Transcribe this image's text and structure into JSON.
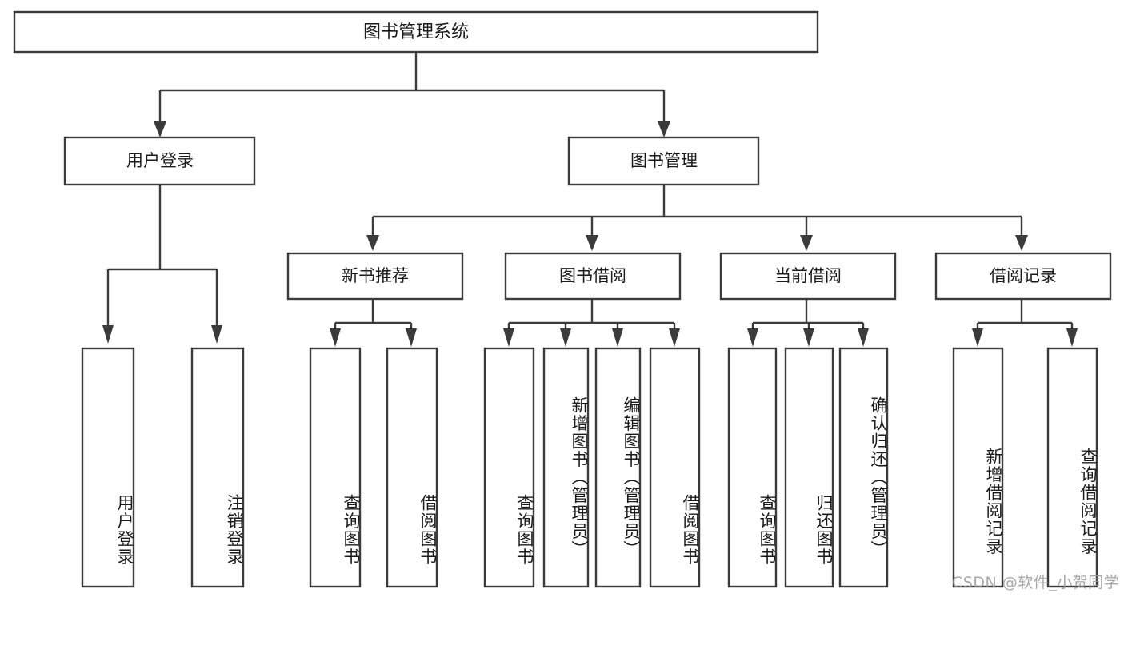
{
  "diagram": {
    "type": "tree-hierarchy",
    "title": "图书管理系统",
    "orientation": "top-down",
    "colors": {
      "stroke": "#3b3b3b",
      "fill": "#ffffff",
      "text": "#1b1b1b",
      "watermark": "#9a9a9a",
      "background": "#ffffff"
    },
    "levels": [
      {
        "level": 0,
        "nodes": [
          {
            "id": "root",
            "label": "图书管理系统",
            "orientation": "horizontal"
          }
        ]
      },
      {
        "level": 1,
        "nodes": [
          {
            "id": "user-login",
            "label": "用户登录",
            "orientation": "horizontal",
            "parent": "root"
          },
          {
            "id": "book-manage",
            "label": "图书管理",
            "orientation": "horizontal",
            "parent": "root"
          }
        ]
      },
      {
        "level": 2,
        "nodes": [
          {
            "id": "new-book-rec",
            "label": "新书推荐",
            "orientation": "horizontal",
            "parent": "book-manage"
          },
          {
            "id": "book-borrow",
            "label": "图书借阅",
            "orientation": "horizontal",
            "parent": "book-manage"
          },
          {
            "id": "current-borrow",
            "label": "当前借阅",
            "orientation": "horizontal",
            "parent": "book-manage"
          },
          {
            "id": "borrow-record",
            "label": "借阅记录",
            "orientation": "horizontal",
            "parent": "book-manage"
          }
        ]
      },
      {
        "level": 3,
        "nodes": [
          {
            "id": "leaf-1",
            "label": "用户登录",
            "orientation": "vertical",
            "parent": "user-login"
          },
          {
            "id": "leaf-2",
            "label": "注销登录",
            "orientation": "vertical",
            "parent": "user-login"
          },
          {
            "id": "leaf-3",
            "label": "查询图书",
            "orientation": "vertical",
            "parent": "new-book-rec"
          },
          {
            "id": "leaf-4",
            "label": "借阅图书",
            "orientation": "vertical",
            "parent": "new-book-rec"
          },
          {
            "id": "leaf-5",
            "label": "查询图书",
            "orientation": "vertical",
            "parent": "book-borrow"
          },
          {
            "id": "leaf-6",
            "label": "新增图书（管理员）",
            "orientation": "vertical",
            "parent": "book-borrow"
          },
          {
            "id": "leaf-7",
            "label": "编辑图书（管理员）",
            "orientation": "vertical",
            "parent": "book-borrow"
          },
          {
            "id": "leaf-8",
            "label": "借阅图书",
            "orientation": "vertical",
            "parent": "book-borrow"
          },
          {
            "id": "leaf-9",
            "label": "查询图书",
            "orientation": "vertical",
            "parent": "current-borrow"
          },
          {
            "id": "leaf-10",
            "label": "归还图书",
            "orientation": "vertical",
            "parent": "current-borrow"
          },
          {
            "id": "leaf-11",
            "label": "确认归还（管理员）",
            "orientation": "vertical",
            "parent": "current-borrow"
          },
          {
            "id": "leaf-12",
            "label": "新增借阅记录",
            "orientation": "vertical",
            "parent": "borrow-record"
          },
          {
            "id": "leaf-13",
            "label": "查询借阅记录",
            "orientation": "vertical",
            "parent": "borrow-record"
          }
        ]
      }
    ],
    "watermark": "CSDN @软件_小贺同学"
  }
}
